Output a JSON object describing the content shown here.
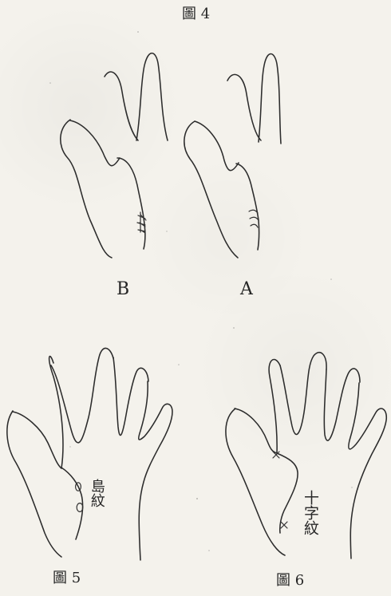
{
  "figures": {
    "top_caption": "圖 4",
    "label_b": "B",
    "label_a": "A",
    "caption_5": "圖 5",
    "caption_6": "圖 6",
    "figure5_note": "島紋",
    "figure6_note": "十字紋"
  }
}
